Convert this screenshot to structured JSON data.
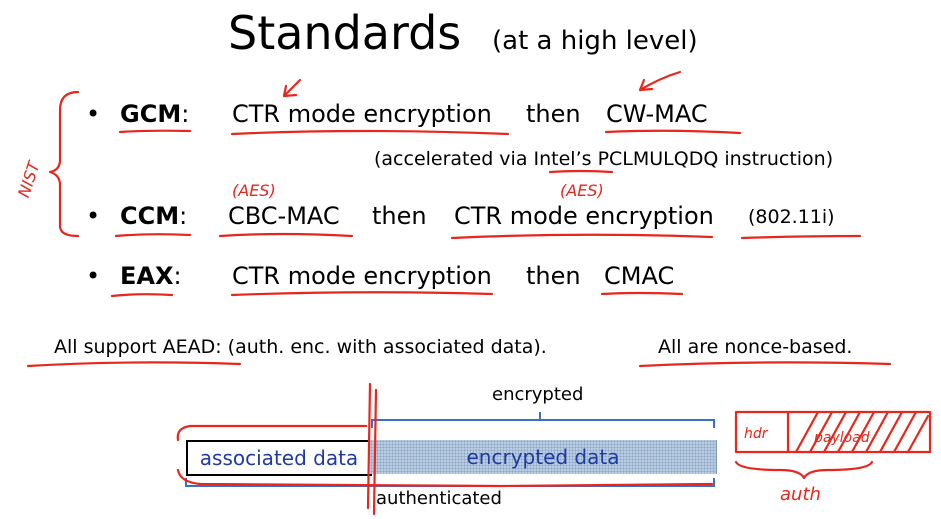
{
  "slide": {
    "title": "Standards",
    "subtitle": "(at a high level)"
  },
  "bullets": [
    {
      "label": "GCM",
      "colon": ":",
      "part1": "CTR mode encryption",
      "then": "then",
      "part2": "CW-MAC"
    },
    {
      "label": "CCM",
      "colon": ":",
      "part1": "CBC-MAC",
      "then": "then",
      "part2": "CTR mode encryption",
      "note": "(802.11i)"
    },
    {
      "label": "EAX",
      "colon": ":",
      "part1": "CTR mode encryption",
      "then": "then",
      "part2": "CMAC"
    }
  ],
  "gcm_note": {
    "prefix": "(accelerated via ",
    "intel": "Intel’s",
    "suffix": " PCLMULQDQ instruction)"
  },
  "summary": {
    "left": "All support AEAD:  (auth. enc. with associated data).",
    "right": "All are nonce-based."
  },
  "diagram": {
    "encrypted_label": "encrypted",
    "associated_data": "associated data",
    "encrypted_data": "encrypted data",
    "authenticated_label": "authenticated"
  },
  "annotations": {
    "aes_1": "(AES)",
    "aes_2": "(AES)",
    "nist": "NIST",
    "hdr": "hdr",
    "payload": "payload",
    "auth": "auth"
  },
  "colors": {
    "ink": "#e8261d",
    "bracket": "#3a6fc2",
    "box_text": "#1f3aa3",
    "hatch_fill": "#b8cde3"
  }
}
